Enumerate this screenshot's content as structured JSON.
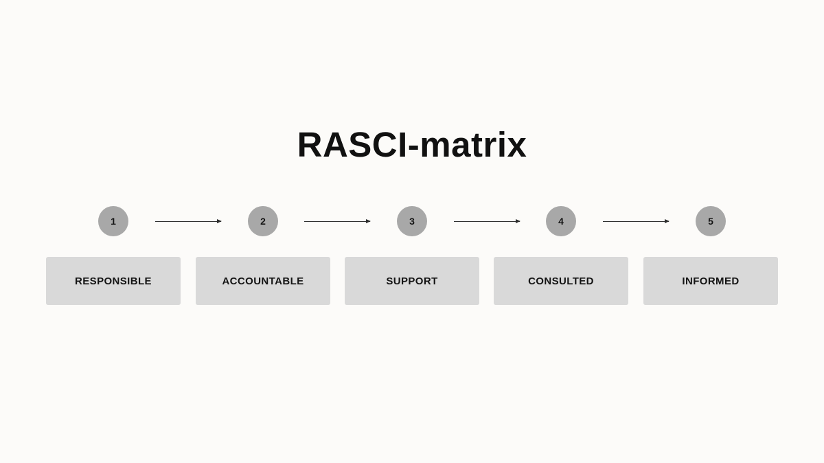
{
  "title": "RASCI-matrix",
  "colors": {
    "background": "#fcfbf9",
    "circle": "#a8a8a8",
    "box": "#d9d9d9",
    "text": "#111111",
    "arrow": "#2e2e2e"
  },
  "steps": [
    {
      "number": "1",
      "label": "RESPONSIBLE"
    },
    {
      "number": "2",
      "label": "ACCOUNTABLE"
    },
    {
      "number": "3",
      "label": "SUPPORT"
    },
    {
      "number": "4",
      "label": "CONSULTED"
    },
    {
      "number": "5",
      "label": "INFORMED"
    }
  ]
}
